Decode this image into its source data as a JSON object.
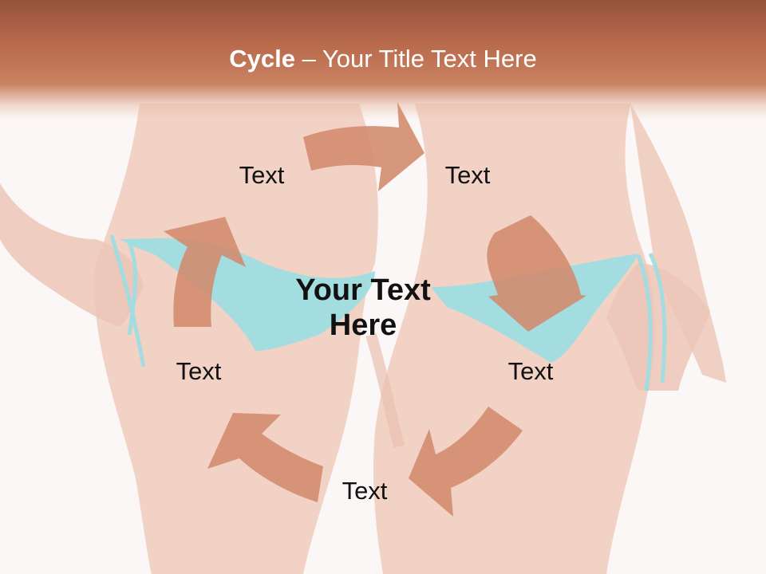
{
  "title": {
    "strong": "Cycle",
    "rest": " – Your Title Text Here"
  },
  "center": {
    "line1": "Your Text",
    "line2": "Here"
  },
  "nodes": [
    {
      "label": "Text"
    },
    {
      "label": "Text"
    },
    {
      "label": "Text"
    },
    {
      "label": "Text"
    },
    {
      "label": "Text"
    }
  ],
  "colors": {
    "title_band": "#b8694b",
    "arrow": "#d28a6c",
    "swimwear": "#8fd6dc",
    "skin": "#f0cfc1",
    "background": "#faf6f5"
  }
}
